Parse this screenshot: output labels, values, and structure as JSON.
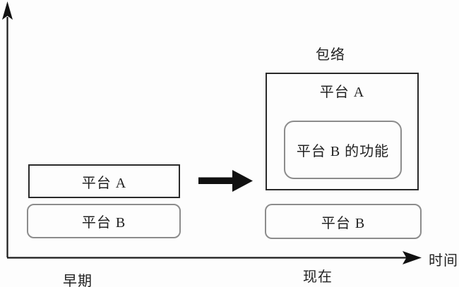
{
  "diagram": {
    "axis": {
      "x_label": "时间"
    },
    "stages": {
      "early": {
        "caption": "早期",
        "platform_a": "平台 A",
        "platform_b": "平台 B"
      },
      "now": {
        "caption": "现在",
        "envelope_label": "包络",
        "platform_a": "平台 A",
        "platform_b_function": "平台 B 的功能",
        "platform_b": "平台 B"
      }
    },
    "colors": {
      "line": "#1a1a1a",
      "dark_border": "#2a2a2a",
      "gray_border": "#8c8c8c",
      "text": "#222222",
      "background": "#fdfdfd"
    }
  }
}
